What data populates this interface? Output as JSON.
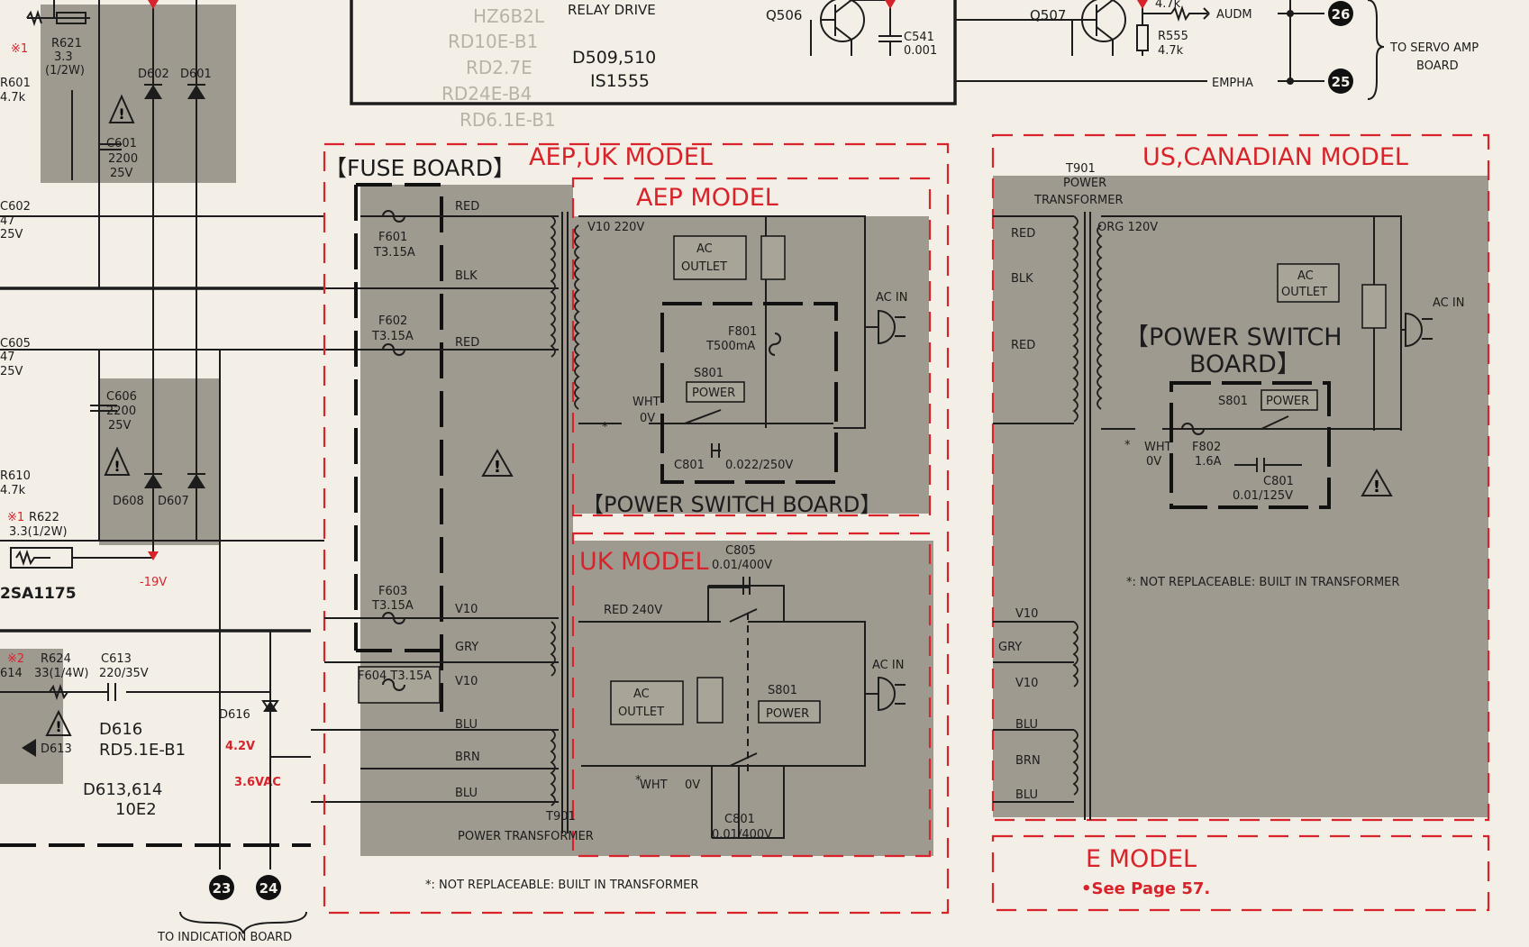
{
  "top": {
    "relay_drive": "RELAY DRIVE",
    "diode_ref": "D509,510",
    "diode_part": "IS1555",
    "q506": "Q506",
    "q507": "Q507",
    "c541": "C541",
    "c541_val": "0.001",
    "r555": "R555",
    "r555_val": "4.7k",
    "r_top_val": "4.7k",
    "audm": "AUDM",
    "empha": "EMPHA",
    "conn_26": "26",
    "conn_25": "25",
    "servo_label_1": "TO SERVO AMP",
    "servo_label_2": "BOARD",
    "ghost": [
      "HZ6B2L",
      "RD10E-B1",
      "RD2.7E",
      "RD24E-B4",
      "RD6.1E-B1"
    ]
  },
  "left": {
    "mark1": "※1",
    "r621": "R621",
    "r621_val": "3.3",
    "r621_w": "(1/2W)",
    "r601": "R601",
    "r601_val": "4.7k",
    "c601": "C601",
    "c601_val": "2200",
    "c601_v": "25V",
    "d602": "D602",
    "d601": "D601",
    "c602": "C602",
    "c602_val": "47",
    "c602_v": "25V",
    "c605": "C605",
    "c605_val": "47",
    "c605_v": "25V",
    "c606": "C606",
    "c606_val": "2200",
    "c606_v": "25V",
    "r610": "R610",
    "r610_val": "4.7k",
    "r622_mark": "※1",
    "r622": "R622",
    "r622_val": "3.3(1/2W)",
    "d608": "D608",
    "d607": "D607",
    "neg19v": "-19V",
    "q_2sa1175": "2SA1175",
    "mark2": "※2",
    "r624": "R624",
    "r624_val": "33(1/4W)",
    "c613": "C613",
    "c613_val": "220/35V",
    "d614_frag": "614",
    "d613": "D613",
    "d616": "D616",
    "d616_name": "D616",
    "d616_part": "RD5.1E-B1",
    "d613_614": "D613,614",
    "d613_614_part": "10E2",
    "v42": "4.2V",
    "v36": "3.6VAC",
    "conn_23": "23",
    "conn_24": "24",
    "to_indication": "TO INDICATION BOARD"
  },
  "aep_uk": {
    "fuse_board": "【FUSE BOARD】",
    "aep_uk_model": "AEP,UK MODEL",
    "aep_model": "AEP MODEL",
    "uk_model": "UK MODEL",
    "f601": "F601",
    "f601_val": "T3.15A",
    "f602": "F602",
    "f602_val": "T3.15A",
    "f603": "F603",
    "f603_val": "T3.15A",
    "f604": "F604 T3.15A",
    "red": "RED",
    "blk": "BLK",
    "red2": "RED",
    "v10": "V10",
    "gry": "GRY",
    "v10b": "V10",
    "blu": "BLU",
    "brn": "BRN",
    "blu2": "BLU",
    "t901": "T901",
    "power_transformer": "POWER TRANSFORMER",
    "v10_220": "V10 220V",
    "ac_outlet_1": "AC",
    "ac_outlet_2": "OUTLET",
    "f801": "F801",
    "f801_val": "T500mA",
    "s801": "S801",
    "power": "POWER",
    "wht": "WHT",
    "zero_v": "0V",
    "ac_in": "AC IN",
    "c801": "C801",
    "c801_val": "0.022/250V",
    "psb": "【POWER SWITCH BOARD】",
    "red_240": "RED 240V",
    "c805": "C805",
    "c805_val": "0.01/400V",
    "uk_ac_outlet_1": "AC",
    "uk_ac_outlet_2": "OUTLET",
    "uk_s801": "S801",
    "uk_power": "POWER",
    "uk_ac_in": "AC IN",
    "uk_wht": "WHT",
    "uk_0v": "0V",
    "uk_c801": "C801",
    "uk_c801_val": "0.01/400V",
    "star": "*",
    "note": "*: NOT REPLACEABLE: BUILT IN TRANSFORMER"
  },
  "us": {
    "model": "US,CANADIAN MODEL",
    "t901": "T901",
    "power": "POWER",
    "transformer": "TRANSFORMER",
    "red": "RED",
    "blk": "BLK",
    "red2": "RED",
    "org_120": "ORG 120V",
    "ac_outlet_1": "AC",
    "ac_outlet_2": "OUTLET",
    "ac_in": "AC IN",
    "psb_1": "【POWER SWITCH",
    "psb_2": "BOARD】",
    "s801": "S801",
    "power_sw": "POWER",
    "wht": "WHT",
    "zero_v": "0V",
    "f802": "F802",
    "f802_val": "1.6A",
    "c801": "C801",
    "c801_val": "0.01/125V",
    "v10": "V10",
    "gry": "GRY",
    "v10b": "V10",
    "blu": "BLU",
    "brn": "BRN",
    "blu2": "BLU",
    "note": "*: NOT REPLACEABLE: BUILT IN TRANSFORMER"
  },
  "e_model": {
    "title": "E MODEL",
    "see": "•See Page 57."
  },
  "colors": {
    "paper": "#f3efe6",
    "ink": "#1c1c1c",
    "red_marking": "#d8232a",
    "shade": "#8f8b80"
  }
}
